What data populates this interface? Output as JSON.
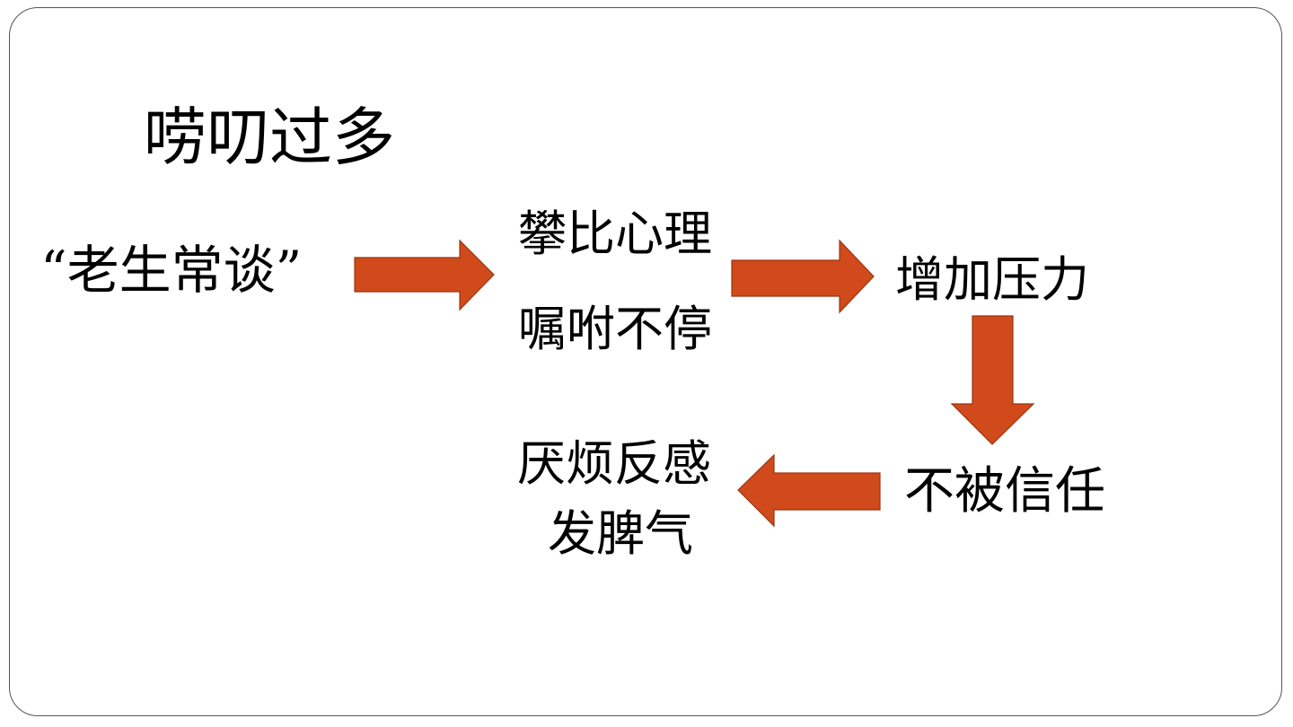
{
  "title": "唠叨过多",
  "nodes": {
    "start": "“老生常谈”",
    "comparison": "攀比心理",
    "nagging": "嘱咐不停",
    "pressure": "增加压力",
    "distrust": "不被信任",
    "annoyed": "厌烦反感",
    "temper": "发脾气"
  },
  "colors": {
    "arrow": "#d04a1b",
    "arrow_stroke": "#9a3513"
  }
}
